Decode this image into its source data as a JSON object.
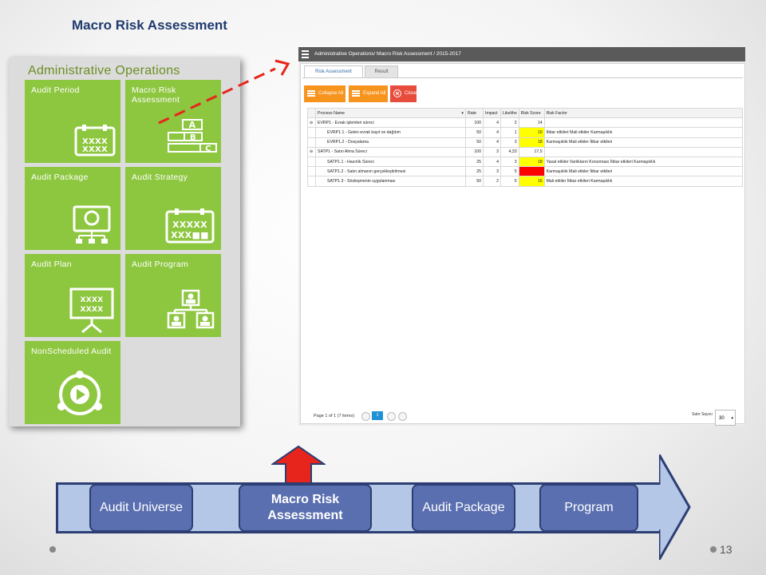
{
  "slide": {
    "title": "Macro Risk Assessment",
    "page_number": "13"
  },
  "admin_panel": {
    "title": "Administrative Operations",
    "tiles": [
      {
        "label": "Audit Period",
        "icon": "calendar-icon"
      },
      {
        "label": "Macro Risk Assessment",
        "icon": "abc-rating-icon"
      },
      {
        "label": "Audit Package",
        "icon": "package-org-chart-icon"
      },
      {
        "label": "Audit Strategy",
        "icon": "strategy-calendar-icon"
      },
      {
        "label": "Audit Plan",
        "icon": "presentation-board-icon"
      },
      {
        "label": "Audit Program",
        "icon": "user-hierarchy-icon"
      },
      {
        "label": "NonScheduled Audit",
        "icon": "circular-play-icon"
      }
    ]
  },
  "app_window": {
    "title": "Administrative Operations/ Macro Risk Assessment / 2015-2017",
    "tabs": [
      "Risk Assessment",
      "Result"
    ],
    "buttons": [
      "Collapse All",
      "Expand All",
      "Close"
    ],
    "columns": [
      "Process Name",
      "Rate",
      "Impact",
      "Likeliho",
      "Risk Score",
      "Risk Factor"
    ],
    "rows": [
      {
        "name": "EVRP1 - Evrak işlemleri süreci",
        "rate": "100",
        "impact": "4",
        "likelihood": "2",
        "score": "14",
        "factor": "",
        "level": 0,
        "highlight": ""
      },
      {
        "name": "EVRP1.1 - Gelen evrak kayıt ve dağıtım",
        "rate": "50",
        "impact": "4",
        "likelihood": "1",
        "score": "10",
        "factor": "İtibar etkileri Mali etkiler Karmaşıklık",
        "level": 1,
        "highlight": "yellow"
      },
      {
        "name": "EVRP1.2 - Dosyalama",
        "rate": "50",
        "impact": "4",
        "likelihood": "3",
        "score": "18",
        "factor": "Karmaşıklık Mali etkiler İtibar etkileri",
        "level": 1,
        "highlight": "yellow"
      },
      {
        "name": "SATP1 - Satın Alma Süreci",
        "rate": "100",
        "impact": "3",
        "likelihood": "4,33",
        "score": "17,5",
        "factor": "",
        "level": 0,
        "highlight": ""
      },
      {
        "name": "SATP1.1 - Hazırlık Süreci",
        "rate": "25",
        "impact": "4",
        "likelihood": "3",
        "score": "18",
        "factor": "Yasal etkiler Varlıkların Korunması İtibar etkileri Karmaşıklık",
        "level": 1,
        "highlight": "yellow"
      },
      {
        "name": "SATP1.2 - Satın almanın gerçekleştirilmesi",
        "rate": "25",
        "impact": "3",
        "likelihood": "5",
        "score": "",
        "factor": "Karmaşıklık Mali etkiler İtibar etkileri",
        "level": 1,
        "highlight": "red"
      },
      {
        "name": "SATP1.3 - Sözleşmenin uygulanması",
        "rate": "50",
        "impact": "2",
        "likelihood": "5",
        "score": "16",
        "factor": "Mali etkiler İtibar etkileri Karmaşıklık",
        "level": 1,
        "highlight": "yellow"
      }
    ],
    "pager": {
      "info": "Page 1 of 1 (7 items)",
      "current_page": "1",
      "page_size_label": "Satır Sayısı",
      "page_size": "30"
    }
  },
  "process_flow": {
    "steps": [
      "Audit Universe",
      "Macro Risk Assessment",
      "Audit Package",
      "Program"
    ],
    "current_step": "Macro Risk Assessment"
  },
  "colors": {
    "tile_green": "#8dc63f",
    "title_navy": "#1f3a6e",
    "step_blue": "#5a6fb0",
    "arrow_fill": "#b5c7e6",
    "highlight_red": "#e8251c",
    "score_yellow": "#ffff00",
    "btn_orange": "#f7941d",
    "btn_red": "#e74c3c"
  }
}
